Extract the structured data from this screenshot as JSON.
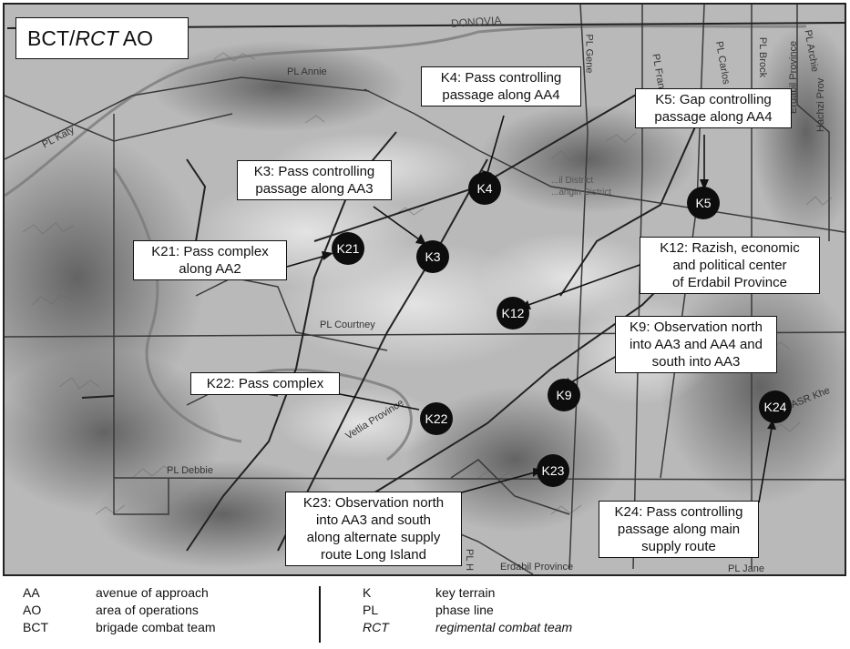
{
  "title": {
    "prefix": "BCT/",
    "italic": "RCT",
    "suffix": " AO"
  },
  "callouts": [
    {
      "id": "k4",
      "text": "K4: Pass controlling\npassage along AA4"
    },
    {
      "id": "k5",
      "text": "K5: Gap controlling\npassage along AA4"
    },
    {
      "id": "k3",
      "text": "K3: Pass controlling\npassage along AA3"
    },
    {
      "id": "k21",
      "text": "K21: Pass complex\nalong AA2"
    },
    {
      "id": "k12",
      "text": "K12: Razish, economic\nand political center\nof Erdabil Province"
    },
    {
      "id": "k9",
      "text": "K9: Observation north\ninto AA3 and AA4 and\nsouth into AA3"
    },
    {
      "id": "k22",
      "text": "K22: Pass complex"
    },
    {
      "id": "k23",
      "text": "K23: Observation north\ninto AA3 and south\nalong alternate supply\nroute Long Island"
    },
    {
      "id": "k24",
      "text": "K24: Pass controlling\npassage along main\nsupply route"
    }
  ],
  "nodes": [
    {
      "id": "k4",
      "label": "K4"
    },
    {
      "id": "k5",
      "label": "K5"
    },
    {
      "id": "k21",
      "label": "K21"
    },
    {
      "id": "k3",
      "label": "K3"
    },
    {
      "id": "k12",
      "label": "K12"
    },
    {
      "id": "k9",
      "label": "K9"
    },
    {
      "id": "k22",
      "label": "K22"
    },
    {
      "id": "k23",
      "label": "K23"
    },
    {
      "id": "k24",
      "label": "K24"
    }
  ],
  "map_labels": {
    "donovia": "DONOVIA",
    "pl_annie": "PL Annie",
    "pl_katy": "PL Katy",
    "pl_gene": "PL Gene",
    "pl_frank": "PL Frank",
    "pl_carlos": "PL Carlos",
    "pl_brock": "PL Brock",
    "pl_archie": "PL Archie",
    "erdabil_prov_v": "Erdabil Province",
    "hachzi": "Hachzi Prov",
    "pl_courtney": "PL Courtney",
    "vetlia": "Vetlia Province",
    "pl_debbie": "PL Debbie",
    "asr": "ASR Khe",
    "erdabil_prov_h": "Erdabil Province",
    "pl_jane": "PL Jane",
    "pl_h": "PL H",
    "district1": "...il District",
    "district2": "...angin District"
  },
  "legend": {
    "left": [
      {
        "abbr": "AA",
        "def": "avenue of approach"
      },
      {
        "abbr": "AO",
        "def": "area of operations"
      },
      {
        "abbr": "BCT",
        "def": "brigade combat team"
      }
    ],
    "right": [
      {
        "abbr": "K",
        "def": "key terrain"
      },
      {
        "abbr": "PL",
        "def": "phase line"
      },
      {
        "abbr": "RCT",
        "def": "regimental combat team"
      }
    ]
  }
}
